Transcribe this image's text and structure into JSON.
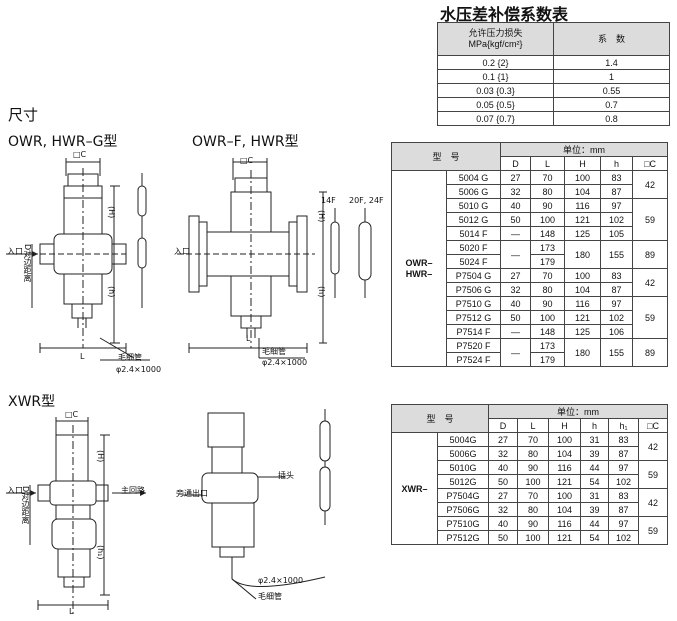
{
  "comp_table": {
    "title": "水压差补偿系数表",
    "header": [
      "允许压力损失",
      "MPa{kgf/cm²}",
      "系　数"
    ],
    "rows": [
      [
        "0.2 {2}",
        "1.4"
      ],
      [
        "0.1 {1}",
        "1"
      ],
      [
        "0.03 {0.3}",
        "0.55"
      ],
      [
        "0.05 {0.5}",
        "0.7"
      ],
      [
        "0.07 {0.7}",
        "0.8"
      ]
    ]
  },
  "section_title": "尺寸",
  "drawings": {
    "owr_hwr_g": {
      "title": "OWR, HWR–G型",
      "inlet": "入口",
      "d_label": "D对边距离",
      "dim_c": "□C",
      "dim_h_upper": "(H)",
      "dim_h_lower": "(h)",
      "dim_l": "L",
      "capillary": "毛细管",
      "capillary_size": "φ2.4×1000"
    },
    "owr_hwr_f": {
      "title": "OWR–F, HWR型",
      "inlet": "入口",
      "dim_c": "□C",
      "dim_h_upper": "(H)",
      "dim_h_lower": "(h)",
      "dim_l": "L",
      "bulb_14f": "14F",
      "bulb_20f": "20F, 24F",
      "capillary": "毛细管",
      "capillary_size": "φ2.4×1000"
    },
    "xwr": {
      "title": "XWR型",
      "inlet": "入口",
      "main_circuit": "主回路",
      "d_label": "D对边距离",
      "dim_c": "□C",
      "dim_h_upper": "(H)",
      "dim_h_lower": "(h₁)",
      "dim_l": "L",
      "bypass_outlet": "旁通出口",
      "plug": "插头",
      "capillary": "毛细管",
      "capillary_size": "φ2.4×1000"
    }
  },
  "owr_table": {
    "unit": "单位：mm",
    "type_label": "型　号",
    "group_label": "OWR–\nHWR–",
    "cols": [
      "D",
      "L",
      "H",
      "h",
      "□C"
    ],
    "rows": [
      {
        "model": "5004 G",
        "D": "27",
        "L": "70",
        "H": "100",
        "h": "83"
      },
      {
        "model": "5006 G",
        "D": "32",
        "L": "80",
        "H": "104",
        "h": "87"
      },
      {
        "model": "5010 G",
        "D": "40",
        "L": "90",
        "H": "116",
        "h": "97"
      },
      {
        "model": "5012 G",
        "D": "50",
        "L": "100",
        "H": "121",
        "h": "102"
      },
      {
        "model": "5014 F",
        "D": "—",
        "L": "148",
        "H": "125",
        "h": "105"
      },
      {
        "model": "5020 F",
        "D": "—",
        "L": "173"
      },
      {
        "model": "5024 F",
        "L": "179"
      },
      {
        "model": "P7504 G",
        "D": "27",
        "L": "70",
        "H": "100",
        "h": "83"
      },
      {
        "model": "P7506 G",
        "D": "32",
        "L": "80",
        "H": "104",
        "h": "87"
      },
      {
        "model": "P7510 G",
        "D": "40",
        "L": "90",
        "H": "116",
        "h": "97"
      },
      {
        "model": "P7512 G",
        "D": "50",
        "L": "100",
        "H": "121",
        "h": "102"
      },
      {
        "model": "P7514 F",
        "D": "—",
        "L": "148",
        "H": "125",
        "h": "106"
      },
      {
        "model": "P7520 F",
        "D": "—",
        "L": "173"
      },
      {
        "model": "P7524 F",
        "L": "179"
      }
    ],
    "merged": {
      "c_42a": "42",
      "c_59a": "59",
      "c_89a": "89",
      "c_42b": "42",
      "c_59b": "59",
      "c_89b": "89",
      "H_5020": "180",
      "h_5020": "155",
      "H_P7520": "180",
      "h_P7520": "155"
    }
  },
  "xwr_table": {
    "unit": "单位：mm",
    "type_label": "型　号",
    "group_label": "XWR–",
    "cols": [
      "D",
      "L",
      "H",
      "h",
      "h₁",
      "□C"
    ],
    "rows": [
      {
        "model": "5004G",
        "D": "27",
        "L": "70",
        "H": "100",
        "h": "31",
        "h1": "83"
      },
      {
        "model": "5006G",
        "D": "32",
        "L": "80",
        "H": "104",
        "h": "39",
        "h1": "87"
      },
      {
        "model": "5010G",
        "D": "40",
        "L": "90",
        "H": "116",
        "h": "44",
        "h1": "97"
      },
      {
        "model": "5012G",
        "D": "50",
        "L": "100",
        "H": "121",
        "h": "54",
        "h1": "102"
      },
      {
        "model": "P7504G",
        "D": "27",
        "L": "70",
        "H": "100",
        "h": "31",
        "h1": "83"
      },
      {
        "model": "P7506G",
        "D": "32",
        "L": "80",
        "H": "104",
        "h": "39",
        "h1": "87"
      },
      {
        "model": "P7510G",
        "D": "40",
        "L": "90",
        "H": "116",
        "h": "44",
        "h1": "97"
      },
      {
        "model": "P7512G",
        "D": "50",
        "L": "100",
        "H": "121",
        "h": "54",
        "h1": "102"
      }
    ],
    "merged": {
      "c_42a": "42",
      "c_59a": "59",
      "c_42b": "42",
      "c_59b": "59"
    }
  }
}
